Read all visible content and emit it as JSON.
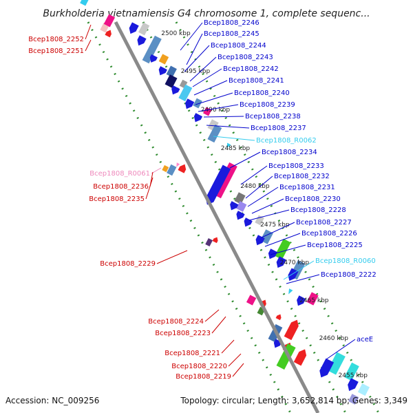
{
  "title": "Burkholderia vietnamiensis G4 chromosome 1, complete sequenc...",
  "footer": {
    "accession": "Accession: NC_009256",
    "summary": "Topology: circular; Length: 3,652,814 bp; Genes: 3,349"
  },
  "colors": {
    "backbone": "#8a8a8a",
    "forward_label": "#0000cc",
    "reverse_label": "#cc0000",
    "rna_label_forward": "#33ccee",
    "rna_label_reverse": "#ee88bb",
    "dots": "#2e8b2e"
  },
  "ticks": [
    "2500 kbp",
    "2495 kbp",
    "2490 kbp",
    "2485 kbp",
    "2480 kbp",
    "2475 kbp",
    "2470 kbp",
    "2465 kbp",
    "2460 kbp",
    "2455 kbp"
  ],
  "right_labels": [
    {
      "text": "Bcep1808_2246",
      "color": "#0000cc"
    },
    {
      "text": "Bcep1808_2245",
      "color": "#0000cc"
    },
    {
      "text": "Bcep1808_2244",
      "color": "#0000cc"
    },
    {
      "text": "Bcep1808_2243",
      "color": "#0000cc"
    },
    {
      "text": "Bcep1808_2242",
      "color": "#0000cc"
    },
    {
      "text": "Bcep1808_2241",
      "color": "#0000cc"
    },
    {
      "text": "Bcep1808_2240",
      "color": "#0000cc"
    },
    {
      "text": "Bcep1808_2239",
      "color": "#0000cc"
    },
    {
      "text": "Bcep1808_2238",
      "color": "#0000cc"
    },
    {
      "text": "Bcep1808_2237",
      "color": "#0000cc"
    },
    {
      "text": "Bcep1808_R0062",
      "color": "#33ccee"
    },
    {
      "text": "Bcep1808_2234",
      "color": "#0000cc"
    },
    {
      "text": "Bcep1808_2233",
      "color": "#0000cc"
    },
    {
      "text": "Bcep1808_2232",
      "color": "#0000cc"
    },
    {
      "text": "Bcep1808_2231",
      "color": "#0000cc"
    },
    {
      "text": "Bcep1808_2230",
      "color": "#0000cc"
    },
    {
      "text": "Bcep1808_2228",
      "color": "#0000cc"
    },
    {
      "text": "Bcep1808_2227",
      "color": "#0000cc"
    },
    {
      "text": "Bcep1808_2226",
      "color": "#0000cc"
    },
    {
      "text": "Bcep1808_2225",
      "color": "#0000cc"
    },
    {
      "text": "Bcep1808_R0060",
      "color": "#33ccee"
    },
    {
      "text": "Bcep1808_2222",
      "color": "#0000cc"
    },
    {
      "text": "aceE",
      "color": "#0000cc"
    }
  ],
  "left_labels": [
    {
      "text": "Bcep1808_2252",
      "color": "#cc0000"
    },
    {
      "text": "Bcep1808_2251",
      "color": "#cc0000"
    },
    {
      "text": "Bcep1808_R0061",
      "color": "#ee88bb"
    },
    {
      "text": "Bcep1808_2236",
      "color": "#cc0000"
    },
    {
      "text": "Bcep1808_2235",
      "color": "#cc0000"
    },
    {
      "text": "Bcep1808_2229",
      "color": "#cc0000"
    },
    {
      "text": "Bcep1808_2224",
      "color": "#cc0000"
    },
    {
      "text": "Bcep1808_2223",
      "color": "#cc0000"
    },
    {
      "text": "Bcep1808_2221",
      "color": "#cc0000"
    },
    {
      "text": "Bcep1808_2220",
      "color": "#cc0000"
    },
    {
      "text": "Bcep1808_2219",
      "color": "#cc0000"
    }
  ]
}
